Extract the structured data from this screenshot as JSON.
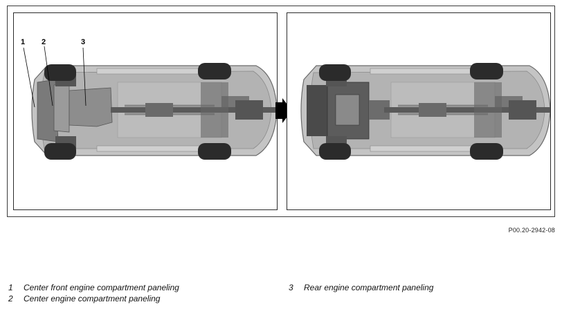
{
  "figure": {
    "reference_code": "P00.20-2942-08",
    "callouts": [
      "1",
      "2",
      "3"
    ]
  },
  "legend": [
    {
      "number": "1",
      "text": "Center front engine compartment paneling"
    },
    {
      "number": "2",
      "text": "Center engine compartment paneling"
    },
    {
      "number": "3",
      "text": "Rear engine compartment paneling"
    }
  ],
  "colors": {
    "frame": "#3a3a3a",
    "body_gray": "#b8b8b8",
    "dark_parts": "#4a4a4a",
    "tire": "#2b2b2b",
    "arrow": "#000000"
  }
}
